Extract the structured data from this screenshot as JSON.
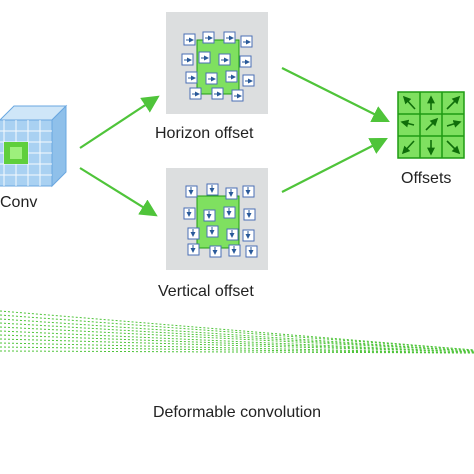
{
  "labels": {
    "conv": "Conv",
    "horizon_offset": "Horizon offset",
    "vertical_offset": "Vertical offset",
    "offsets": "Offsets",
    "deformable": "Deformable convolution"
  },
  "colors": {
    "panel_bg": "#dcdedf",
    "green_fill": "#7fe060",
    "green_dark": "#1f9b12",
    "arrow_green": "#4fc43a",
    "cube_blue": "#6aa7e0",
    "cube_face": "#a9d1f2",
    "small_box_stroke": "#4a6fb5"
  },
  "icons": {
    "horizon_cells": "right-arrow-icon",
    "vertical_cells": "down-arrow-icon",
    "offsets_cells": "diagonal-arrow-icon"
  }
}
